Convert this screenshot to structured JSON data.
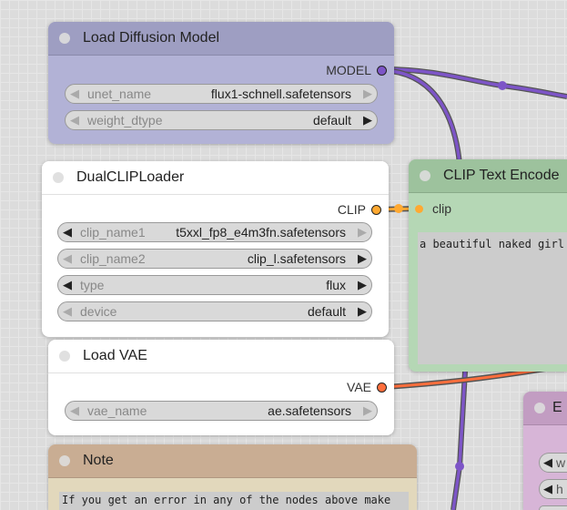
{
  "colors": {
    "model_wire": "#7d55c7",
    "clip_wire": "#ffa931",
    "vae_wire": "#ff6e3c"
  },
  "nodes": {
    "load_diffusion_model": {
      "title": "Load Diffusion Model",
      "output": "MODEL",
      "widgets": [
        {
          "name": "unet_name",
          "value": "flux1-schnell.safetensors"
        },
        {
          "name": "weight_dtype",
          "value": "default"
        }
      ]
    },
    "dual_clip_loader": {
      "title": "DualCLIPLoader",
      "output": "CLIP",
      "widgets": [
        {
          "name": "clip_name1",
          "value": "t5xxl_fp8_e4m3fn.safetensors"
        },
        {
          "name": "clip_name2",
          "value": "clip_l.safetensors"
        },
        {
          "name": "type",
          "value": "flux"
        },
        {
          "name": "device",
          "value": "default"
        }
      ]
    },
    "load_vae": {
      "title": "Load VAE",
      "output": "VAE",
      "widgets": [
        {
          "name": "vae_name",
          "value": "ae.safetensors"
        }
      ]
    },
    "clip_text_encode": {
      "title": "CLIP Text Encode",
      "input": "clip",
      "text": "a beautiful naked girl"
    },
    "empty_latent": {
      "title": "E",
      "widgets": [
        {
          "name": "w"
        },
        {
          "name": "h"
        }
      ]
    },
    "note": {
      "title": "Note",
      "text": "If you get an error in any of the nodes above make"
    }
  }
}
